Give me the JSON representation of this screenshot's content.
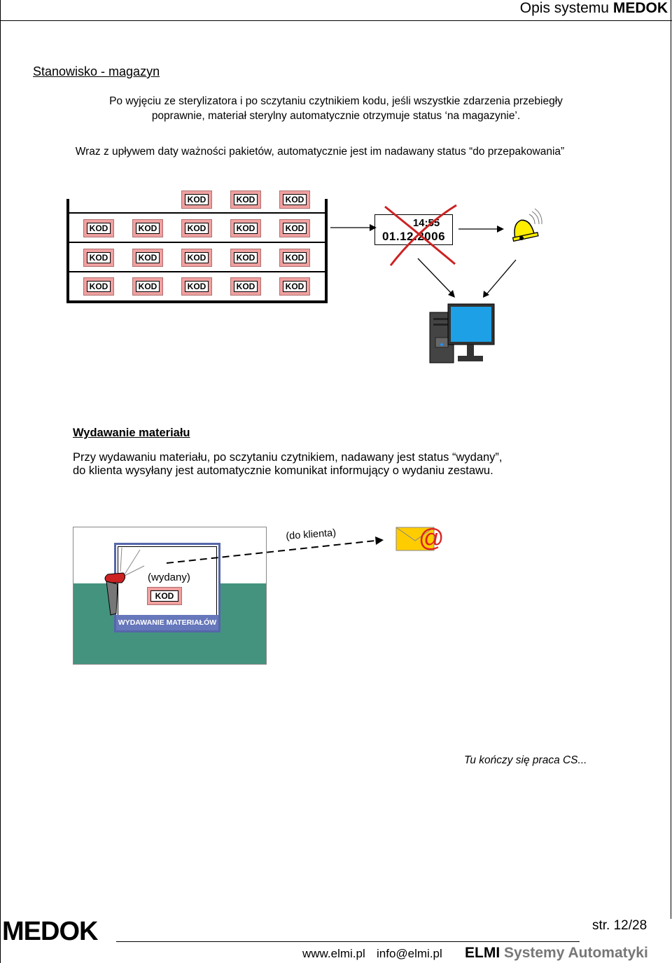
{
  "header": {
    "title_prefix": "Opis systemu ",
    "title_brand": "MEDOK"
  },
  "section1": {
    "heading": "Stanowisko - magazyn",
    "paragraph1_line1": "Po wyjęciu ze sterylizatora i po sczytaniu czytnikiem kodu, jeśli wszystkie zdarzenia przebiegły",
    "paragraph1_line2": "poprawnie, materiał sterylny automatycznie otrzymuje status ‘na magazynie’.",
    "paragraph2": "Wraz z upływem daty ważności pakietów, automatycznie jest im nadawany status “do przepakowania”"
  },
  "diagram1": {
    "kod_label": "KOD",
    "time": "14:55",
    "date": "01.12.2006",
    "colors": {
      "kod_fill": "#f0a0a0",
      "expired_cross": "#cc2222",
      "monitor_screen": "#1ea0e6",
      "bell": "#ffee00"
    },
    "icons": [
      "shelf-icon",
      "bell-icon",
      "computer-icon",
      "monitor-icon"
    ]
  },
  "section2": {
    "heading": "Wydawanie materiału",
    "line1": "Przy wydawaniu materiału, po sczytaniu czytnikiem, nadawany jest status “wydany”,",
    "line2": "do klienta wysyłany jest automatycznie komunikat informujący o wydaniu zestawu."
  },
  "diagram2": {
    "to_client_label": "(do klienta)",
    "issued_label": "(wydany)",
    "kod_label": "KOD",
    "screen_title": "WYDAWANIE MATERIAŁÓW",
    "at_symbol": "@",
    "colors": {
      "table": "#44937f",
      "screen_border": "#5566aa",
      "envelope": "#ffcc00",
      "at": "#dd2222"
    },
    "icons": [
      "barcode-scanner-icon",
      "envelope-icon",
      "at-icon"
    ]
  },
  "closing_note": "Tu kończy się praca CS...",
  "footer": {
    "logo": "MEDOK",
    "page": "str. 12/28",
    "website": "www.elmi.pl",
    "email": "info@elmi.pl",
    "company": "ELMI",
    "company_sub": "Systemy Automatyki"
  }
}
